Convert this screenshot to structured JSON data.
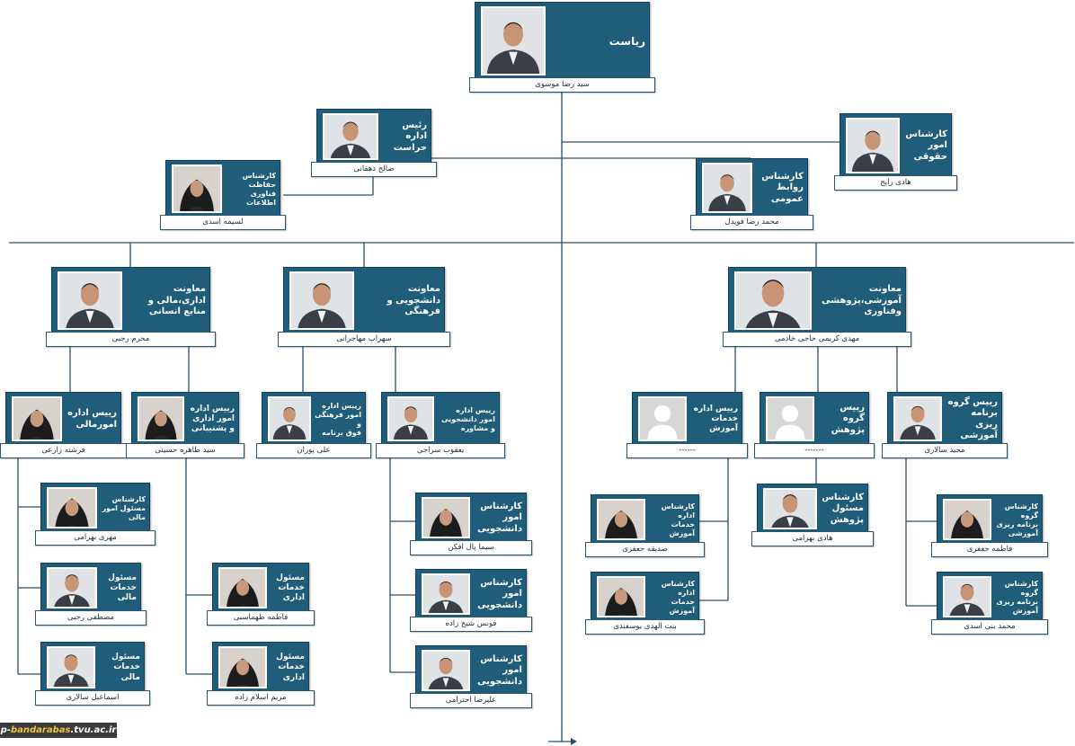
{
  "org": {
    "head": {
      "title": "ریاست",
      "name": "سید رضا موسوی"
    },
    "security": {
      "title": "رئیس اداره\nحراست",
      "name": "صالح دهقانی"
    },
    "it_security": {
      "title": "کارشناس\nحفاظت فناوری\nاطلاعات",
      "name": "لسیمه اسدی"
    },
    "legal": {
      "title": "کارشناس\nامور\nحقوقی",
      "name": "هادی رایج"
    },
    "public_relations": {
      "title": "کارشناس\nروابط\nعمومی",
      "name": "محمد رضا فویدل"
    },
    "vp_admin": {
      "title": "معاونت\nاداری،مالی و\nمنابع انسانی",
      "name": "محرم رجبی"
    },
    "vp_student": {
      "title": "معاونت\nدانشجویی و\nفرهنگی",
      "name": "سهراب مهاجرانی"
    },
    "vp_education": {
      "title": "معاونت\nآموزشی،پژوهشی\nوفناوری",
      "name": "مهدی کریمی حاجی خادمی"
    },
    "finance_head": {
      "title": "رییس اداره\nامورمالی",
      "name": "فرشته زارعی"
    },
    "admin_head": {
      "title": "رییس اداره\nامور اداری\nو پشتیبانی",
      "name": "سید طاهره حسینی"
    },
    "cultural_head": {
      "title": "رییس اداره\nامور فرهنگی و\nفوق برنامه",
      "name": "علی پوران"
    },
    "student_affairs_head": {
      "title": "رییس اداره\nامور دانشجویی\nو مشاوره",
      "name": "یعقوب سراجی"
    },
    "edu_services_head": {
      "title": "رییس اداره\nخدمات\nآموزش",
      "name": "------"
    },
    "research_head": {
      "title": "رییس گروه\nپژوهش",
      "name": "-------"
    },
    "planning_head": {
      "title": "رییس گروه\nبرنامه ریزی\nآموزشی",
      "name": "مجید سالاری"
    },
    "finance_expert1": {
      "title": "کارشناس\nمسئول امور\nمالی",
      "name": "مهری بهرامی"
    },
    "finance_expert2": {
      "title": "مسئول\nخدمات\nمالی",
      "name": "مصطفی رجبی"
    },
    "finance_expert3": {
      "title": "مسئول\nخدمات\nمالی",
      "name": "اسماعیل سالاری"
    },
    "admin_expert1": {
      "title": "مسئول\nخدمات\nاداری",
      "name": "فاطمه طهماسبی"
    },
    "admin_expert2": {
      "title": "مسئول\nخدمات\nاداری",
      "name": "مریم اسلام زاده"
    },
    "student_expert1": {
      "title": "کارشناس\nامور\nدانشجویی",
      "name": "سیما پال افکن"
    },
    "student_expert2": {
      "title": "کارشناس\nامور\nدانشجویی",
      "name": "قونس شیخ زاده"
    },
    "student_expert3": {
      "title": "کارشناس\nامور\nدانشجویی",
      "name": "علیرضا احترامی"
    },
    "edu_expert1": {
      "title": "کارشناس اداره\nخدمات آموزش",
      "name": "صدیقه جعفری"
    },
    "edu_expert2": {
      "title": "کارشناس اداره\nخدمات آموزش",
      "name": "بنت الهدی یوسفندی"
    },
    "research_expert": {
      "title": "کارشناس\nمسئول\nپژوهش",
      "name": "هادی بهرامی"
    },
    "planning_expert1": {
      "title": "کارشناس گروه\nبرنامه ریزی\nآموزشی",
      "name": "فاطمه جعفری"
    },
    "planning_expert2": {
      "title": "کارشناس گروه\nبرنامه ریزی\nآموزش",
      "name": "محمد بنی اسدی"
    }
  },
  "watermark": {
    "prefix": "p-",
    "highlight": "bandarabas",
    "suffix": ".tvu.ac.ir"
  },
  "colors": {
    "box": "#1f5d7a",
    "line": "#2a4f66",
    "label_bg": "#ffffff"
  }
}
